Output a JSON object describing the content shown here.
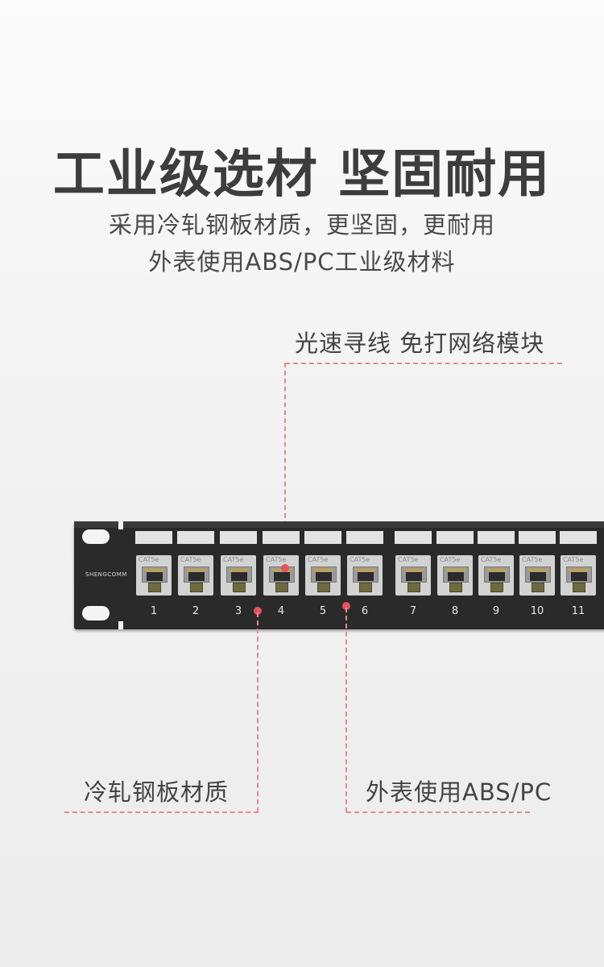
{
  "headline": "工业级选材 坚固耐用",
  "subtitle_line1": "采用冷轧钢板材质，更坚固，更耐用",
  "subtitle_line2": "外表使用ABS/PC工业级材料",
  "callouts": {
    "top": "光速寻线 免打网络模块",
    "left": "冷轧钢板材质",
    "right": "外表使用ABS/PC"
  },
  "panel": {
    "brand": "SHENGCOMM",
    "module_label": "CAT5e",
    "port_numbers": [
      "1",
      "2",
      "3",
      "4",
      "5",
      "6",
      "7",
      "8",
      "9",
      "10",
      "11"
    ]
  },
  "colors": {
    "accent_line": "#e88a8a",
    "accent_dot": "#e8535a",
    "panel": "#2a2a2a"
  }
}
